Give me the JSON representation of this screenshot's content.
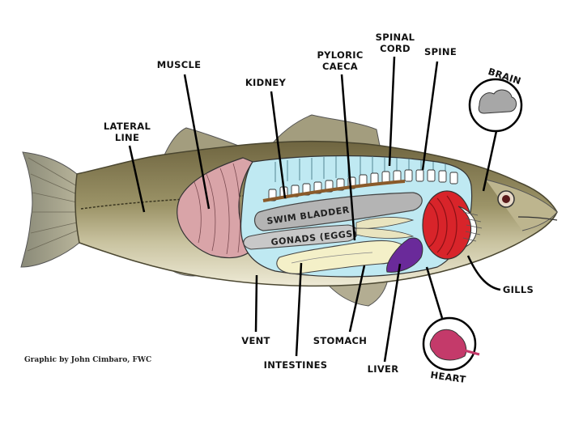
{
  "credit": "Graphic by John Cimbaro, FWC",
  "labels": {
    "muscle": "MUSCLE",
    "lateral_line": [
      "LATERAL",
      "LINE"
    ],
    "kidney": "KIDNEY",
    "pyloric_caeca": [
      "PYLORIC",
      "CAECA"
    ],
    "spinal_cord": [
      "SPINAL",
      "CORD"
    ],
    "spine": "SPINE",
    "brain": "BRAIN",
    "gills": "GILLS",
    "vent": "VENT",
    "intestines": "INTESTINES",
    "stomach": "STOMACH",
    "liver": "LIVER",
    "heart": "HEART",
    "swim_bladder": "SWIM BLADDER",
    "gonads": "GONADS (EGGS)"
  },
  "colors": {
    "fish_body": "#8c8258",
    "belly": "#e8e2c8",
    "muscle": "#d9a4a8",
    "cavity": "#bfe9f2",
    "swim_bladder": "#b4b4b4",
    "kidney": "#8a5a2a",
    "liver": "#6a2a9a",
    "gills": "#d8242a",
    "heart": "#c43a6a",
    "intestines": "#f4f0c8"
  }
}
